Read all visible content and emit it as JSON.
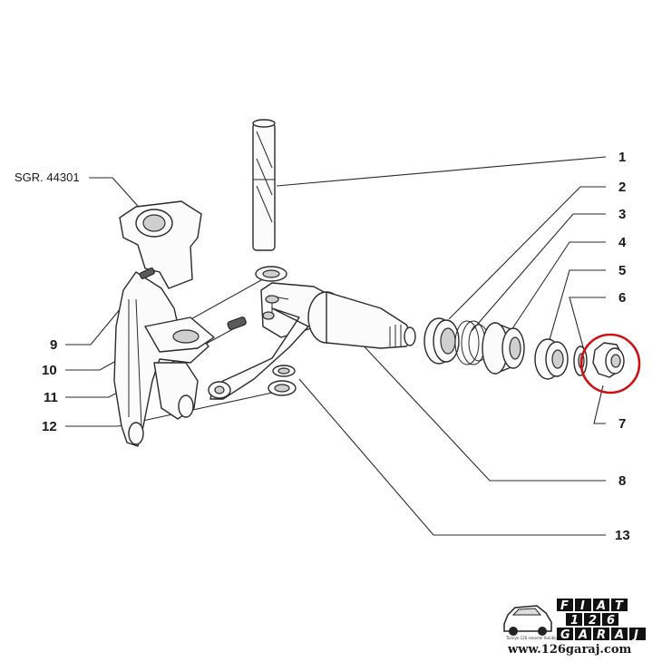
{
  "reference_label": "SGR. 44301",
  "callouts": [
    "1",
    "2",
    "3",
    "4",
    "5",
    "6",
    "7",
    "8",
    "9",
    "10",
    "11",
    "12",
    "13"
  ],
  "highlight_color": "#cc1111",
  "logo": {
    "row1": [
      "F",
      "I",
      "A",
      "T"
    ],
    "row2": [
      "1",
      "2",
      "6"
    ],
    "row3": [
      "G",
      "A",
      "R",
      "A",
      "J"
    ],
    "tagline": "Türkiye 126 severler Kulübü",
    "website": "www.126garaj.com"
  }
}
